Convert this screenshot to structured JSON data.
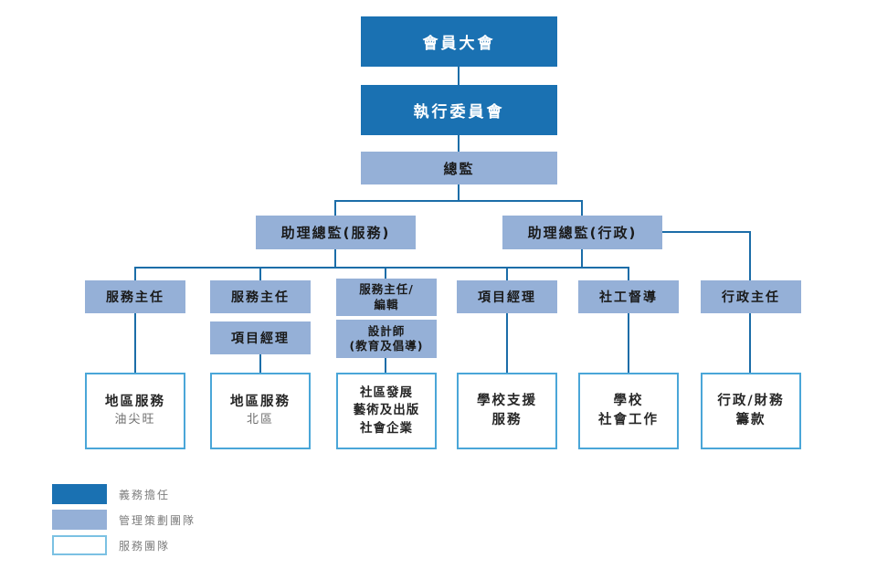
{
  "chart_type": "organization-chart",
  "colors": {
    "dark_blue": "#1a71b2",
    "light_blue": "#95b0d7",
    "connector_line": "#1b6da8",
    "white_box_border": "#4aa6d8"
  },
  "nodes": {
    "member_assembly": {
      "label": "會員大會"
    },
    "exec_committee": {
      "label": "執行委員會"
    },
    "director": {
      "label": "總監"
    },
    "ad_service": {
      "label": "助理總監(服務)"
    },
    "ad_admin": {
      "label": "助理總監(行政)"
    },
    "service_officer_1": {
      "label": "服務主任"
    },
    "service_officer_2": {
      "label": "服務主任"
    },
    "service_officer_editor": {
      "line1": "服務主任/",
      "line2": "編輯"
    },
    "project_manager_left": {
      "label": "項目經理"
    },
    "designer": {
      "line1": "設計師",
      "line2": "(教育及倡導)"
    },
    "project_manager_right": {
      "label": "項目經理"
    },
    "social_work_supervisor": {
      "label": "社工督導"
    },
    "admin_officer": {
      "label": "行政主任"
    },
    "district_service_ytm": {
      "line1": "地區服務",
      "line2": "油尖旺"
    },
    "district_service_north": {
      "line1": "地區服務",
      "line2": "北區"
    },
    "community_dev": {
      "line1": "社區發展",
      "line2": "藝術及出版",
      "line3": "社會企業"
    },
    "school_support": {
      "line1": "學校支援",
      "line2": "服務"
    },
    "school_social_work": {
      "line1": "學校",
      "line2": "社會工作"
    },
    "admin_finance": {
      "line1": "行政/財務",
      "line2": "籌款"
    }
  },
  "legend": {
    "volunteer": "義務擔任",
    "management": "管理策劃團隊",
    "service": "服務團隊"
  }
}
